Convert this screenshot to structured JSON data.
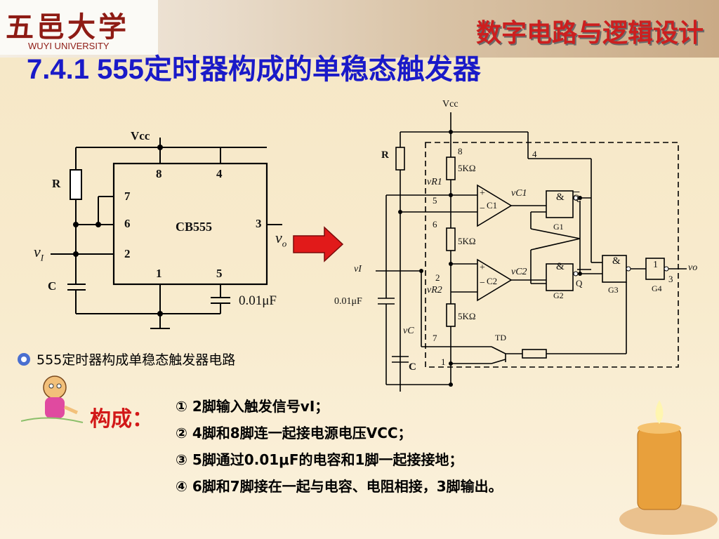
{
  "header": {
    "logo_cn": "五邑大学",
    "logo_en": "WUYI UNIVERSITY",
    "course_title": "数字电路与逻辑设计"
  },
  "slide": {
    "title": "7.4.1  555定时器构成的单稳态触发器",
    "caption": "555定时器构成单稳态触发器电路",
    "composition_label": "构成：",
    "items": [
      "① 2脚输入触发信号vI；",
      "② 4脚和8脚连一起接电源电压VCC；",
      "③ 5脚通过0.01μF的电容和1脚一起接接地；",
      "④ 6脚和7脚接在一起与电容、电阻相接，3脚输出。"
    ]
  },
  "left_circuit": {
    "vcc": "Vcc",
    "r": "R",
    "c": "C",
    "chip": "CB555",
    "pins": {
      "p8": "8",
      "p4": "4",
      "p7": "7",
      "p6": "6",
      "p2": "2",
      "p1": "1",
      "p5": "5",
      "p3": "3"
    },
    "vi": "v",
    "vi_sub": "I",
    "vo": "v",
    "vo_sub": "o",
    "cap_value": "0.01μF"
  },
  "right_circuit": {
    "vcc": "Vcc",
    "r": "R",
    "c": "C",
    "cap_value": "0.01μF",
    "res_label": "5KΩ",
    "pins": {
      "p8": "8",
      "p4": "4",
      "p5": "5",
      "p6": "6",
      "p2": "2",
      "p7": "7",
      "p1": "1",
      "p3": "3"
    },
    "vr1": "vR1",
    "vr2": "vR2",
    "vc1": "vC1",
    "vc2": "vC2",
    "vi": "vI",
    "vc": "vC",
    "vo": "vo",
    "c1": "C1",
    "c2": "C2",
    "g1": "G1",
    "g2": "G2",
    "g3": "G3",
    "g4": "G4",
    "and_sym": "&",
    "not_sym": "1",
    "q": "Q",
    "qbar": "Q",
    "td": "TD",
    "plus": "+",
    "minus": "−"
  }
}
